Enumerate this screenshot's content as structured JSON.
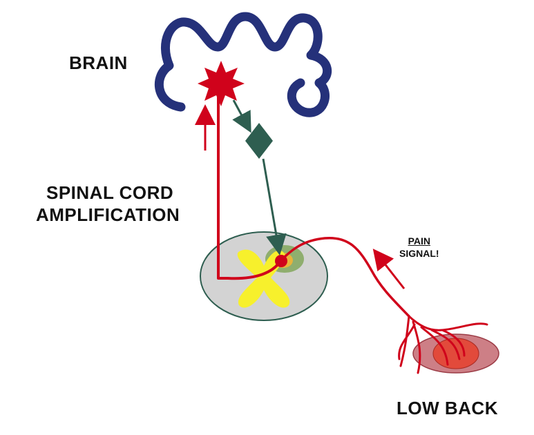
{
  "labels": {
    "brain": "BRAIN",
    "spinal_cord_line1": "SPINAL CORD",
    "spinal_cord_line2": "AMPLIFICATION",
    "pain_line1": "PAIN",
    "pain_line2": "SIGNAL!",
    "low_back": "LOW BACK"
  },
  "colors": {
    "brain_outline": "#25317a",
    "signal_red": "#d0021b",
    "descending": "#2e5e50",
    "cord_gray": "#d3d3d3",
    "gray_matter": "#f7f02c",
    "dorsal_horn": "#8fae6e",
    "lesion_inner": "#e24a3b",
    "lesion_outer": "#cd7f86"
  },
  "icons": [
    "starburst-icon",
    "diamond-icon",
    "arrow-icon"
  ]
}
